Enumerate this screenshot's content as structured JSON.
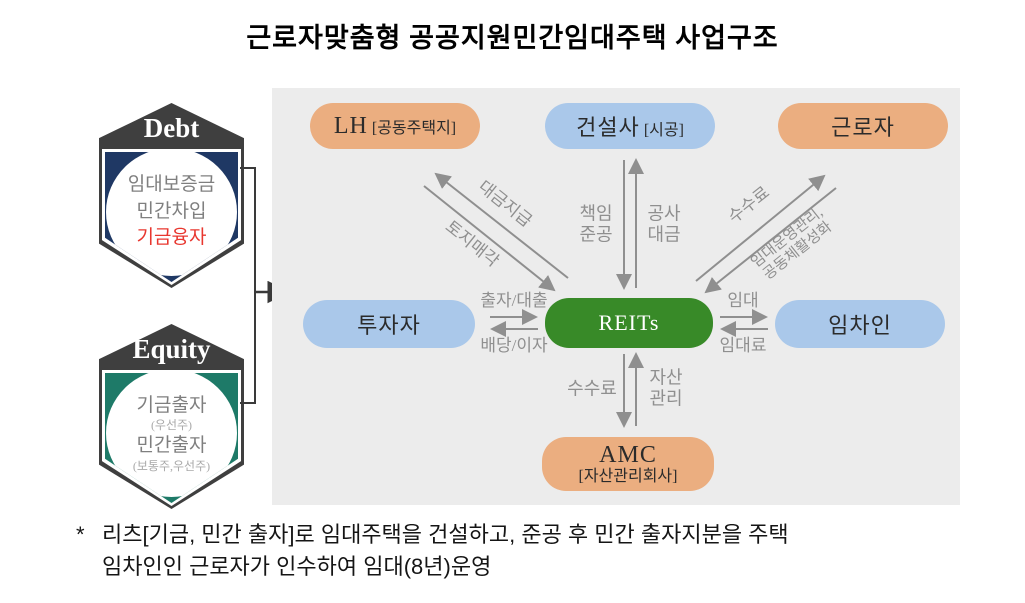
{
  "title": "근로자맞춤형 공공지원민간임대주택 사업구조",
  "badges": {
    "debt": {
      "label": "Debt",
      "line1": "임대보증금",
      "line2": "민간차입",
      "line3": "기금융자",
      "color": "#1f3864",
      "highlight_color": "#e8372f"
    },
    "equity": {
      "label": "Equity",
      "line1": "기금출자",
      "sub1": "(우선주)",
      "line2": "민간출자",
      "sub2": "(보통주,우선주)",
      "color": "#1e7a68"
    }
  },
  "diagram": {
    "nodes": {
      "lh": {
        "name": "LH",
        "tag": "[공동주택지]",
        "color": "#ebae80"
      },
      "builder": {
        "name": "건설사",
        "tag": "[시공]",
        "color": "#aac8ea"
      },
      "worker": {
        "name": "근로자",
        "color": "#ebae80"
      },
      "investor": {
        "name": "투자자",
        "color": "#aac8ea"
      },
      "reits": {
        "name": "REITs",
        "color": "#388a28"
      },
      "tenant": {
        "name": "임차인",
        "color": "#aac8ea"
      },
      "amc": {
        "name": "AMC",
        "tag": "[자산관리회사]",
        "color": "#ebae80"
      }
    },
    "flows": {
      "payment": "대금지급",
      "land_sale": "토지매각",
      "resp_completion": "책임\n준공",
      "construction_cost": "공사\n대금",
      "fee_worker": "수수료",
      "mgmt": "임대운영관리,\n공동체활성화",
      "invest_loan": "출자/대출",
      "dividend_interest": "배당/이자",
      "lease": "임대",
      "rent": "임대료",
      "fee_amc": "수수료",
      "asset_mgmt": "자산\n관리"
    }
  },
  "footnote": {
    "marker": "*",
    "line1": "리츠[기금, 민간 출자]로 임대주택을 건설하고, 준공 후 민간 출자지분을 주택",
    "line2": "임차인인 근로자가 인수하여 임대(8년)운영"
  },
  "palette": {
    "panel_bg": "#ececec",
    "arrow_gray": "#8f8f8f",
    "band_dark": "#3f3f3f"
  }
}
